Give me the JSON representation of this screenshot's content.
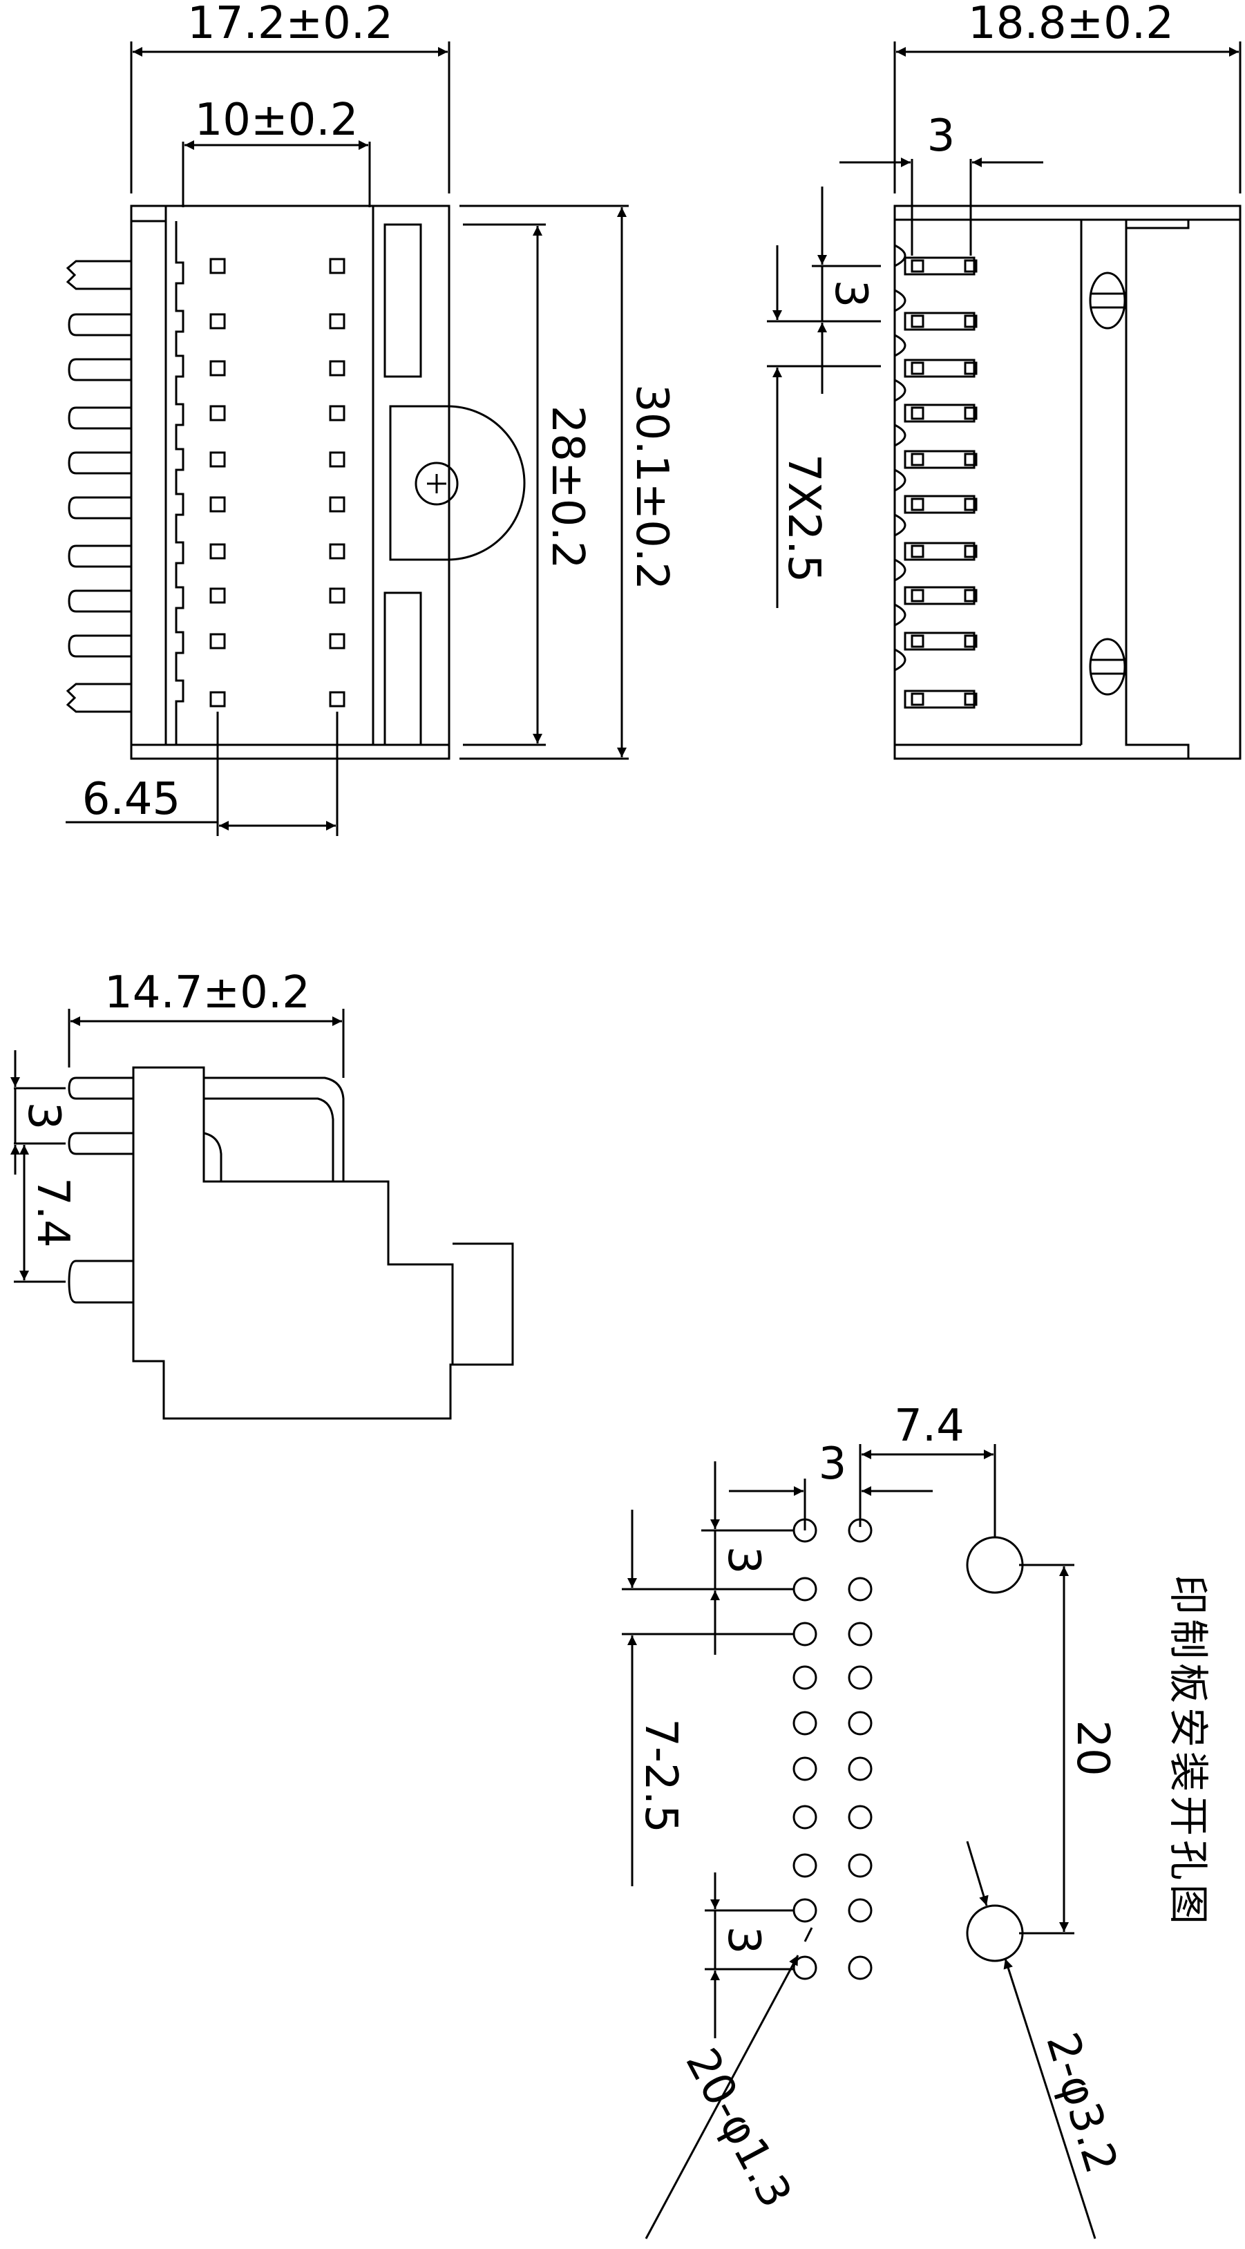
{
  "front_view": {
    "dim_width": "17.2±0.2",
    "dim_pitch_span": "10±0.2",
    "dim_inner_height": "28±0.2",
    "dim_outer_height": "30.1±0.2",
    "dim_pin_offset": "6.45"
  },
  "rear_view": {
    "dim_width": "18.8±0.2",
    "dim_col_pitch": "3",
    "dim_row_pitch": "3",
    "dim_row_spacing": "7X2.5"
  },
  "side_view": {
    "dim_depth": "14.7±0.2",
    "dim_pin_pitch": "3",
    "dim_pin_offset": "7.4"
  },
  "pcb_layout": {
    "dim_hole_offset": "7.4",
    "dim_col_pitch": "3",
    "dim_row_pitch_top": "3",
    "dim_row_spacing": "7-2.5",
    "dim_row_pitch_bottom": "3",
    "dim_mount_spacing": "20",
    "callout_pin_holes": "20-φ1.3",
    "callout_mount_holes": "2-φ3.2",
    "caption": "印制板安装开孔图"
  },
  "colors": {
    "line": "#000000",
    "background": "#ffffff"
  }
}
